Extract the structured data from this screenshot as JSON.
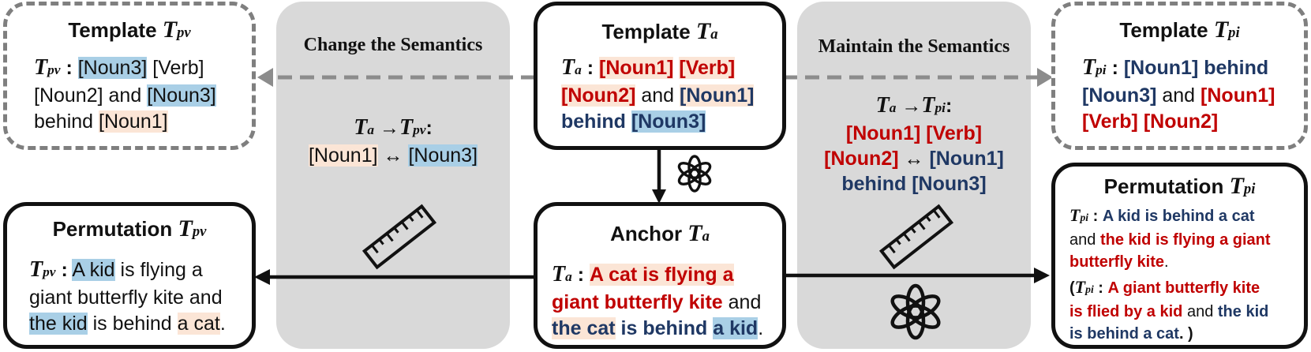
{
  "left_panel": {
    "title": "Change the Semantics"
  },
  "right_panel": {
    "title": "Maintain the Semantics"
  },
  "template_pv": {
    "title": "Template",
    "symbol": "T",
    "subscript": "pv",
    "colon": ":",
    "tokens": {
      "noun3_a": "[Noun3]",
      "verb": "[Verb]",
      "noun2": "[Noun2]",
      "and": "and",
      "noun3_b": "[Noun3]",
      "behind": "behind",
      "noun1": "[Noun1]"
    }
  },
  "template_a": {
    "title": "Template",
    "symbol": "T",
    "subscript": "a",
    "colon": ":",
    "tokens": {
      "noun1_a": "[Noun1]",
      "verb": "[Verb]",
      "noun2": "[Noun2]",
      "and": "and",
      "noun1_b": "[Noun1]",
      "behind": "behind",
      "noun3": "[Noun3]"
    }
  },
  "template_pi": {
    "title": "Template",
    "symbol": "T",
    "subscript": "pi",
    "colon": ":",
    "tokens": {
      "noun1_behind": "[Noun1] behind",
      "noun3": "[Noun3]",
      "and": "and",
      "noun1": "[Noun1]",
      "verb": "[Verb]",
      "noun2": "[Noun2]"
    }
  },
  "mapping_pv": {
    "symbol_from": "T",
    "sub_from": "a",
    "arrow": "→",
    "symbol_to": "T",
    "sub_to": "pv",
    "colon": ":",
    "left": "[Noun1]",
    "swap": "↔",
    "right": "[Noun3]"
  },
  "mapping_pi": {
    "symbol_from": "T",
    "sub_from": "a",
    "arrow": "→",
    "symbol_to": "T",
    "sub_to": "pi",
    "colon": ":",
    "line1": "[Noun1] [Verb]",
    "line2_left": "[Noun2]",
    "swap": "↔",
    "line2_right": "[Noun1]",
    "line3": "behind [Noun3]"
  },
  "anchor": {
    "title": "Anchor",
    "symbol": "T",
    "subscript": "a",
    "colon": ":",
    "tokens": {
      "s1_line1": "A cat is flying a",
      "s1_line2": "giant butterfly kite",
      "and": "and",
      "the_cat": "the cat",
      "is_behind": "is behind",
      "a_kid": "a kid",
      "period": "."
    }
  },
  "permutation_pv": {
    "title": "Permutation",
    "symbol": "T",
    "subscript": "pv",
    "colon": ":",
    "tokens": {
      "a_kid": "A kid",
      "is_flying": "is flying a",
      "line2": "giant butterfly kite and",
      "the_kid": "the kid",
      "is_behind": "is behind",
      "a_cat": "a cat",
      "period": "."
    }
  },
  "permutation_pi": {
    "title": "Permutation",
    "symbol": "T",
    "subscript": "pi",
    "colon": ":",
    "tokens": {
      "s1": "A kid is behind a cat",
      "and1": "and",
      "s2_line1": "the kid is flying a giant",
      "s2_line2": "butterfly kite",
      "period1": ".",
      "open_paren": "(",
      "s3_line1": "A giant butterfly kite",
      "s3_line2": "is flied by a kid",
      "and2": "and",
      "the_kid": "the kid",
      "s4": "is behind a cat",
      "close_paren": ". )"
    }
  },
  "icons": [
    "ruler-icon",
    "openai-logo-icon"
  ],
  "colors": {
    "red": "#c00000",
    "blue": "#1f3864",
    "highlight_blue": "#a9cfe6",
    "highlight_orange": "#fbe5d6",
    "panel_gray": "#d9d9d9",
    "dashed_gray": "#7f7f7f"
  }
}
